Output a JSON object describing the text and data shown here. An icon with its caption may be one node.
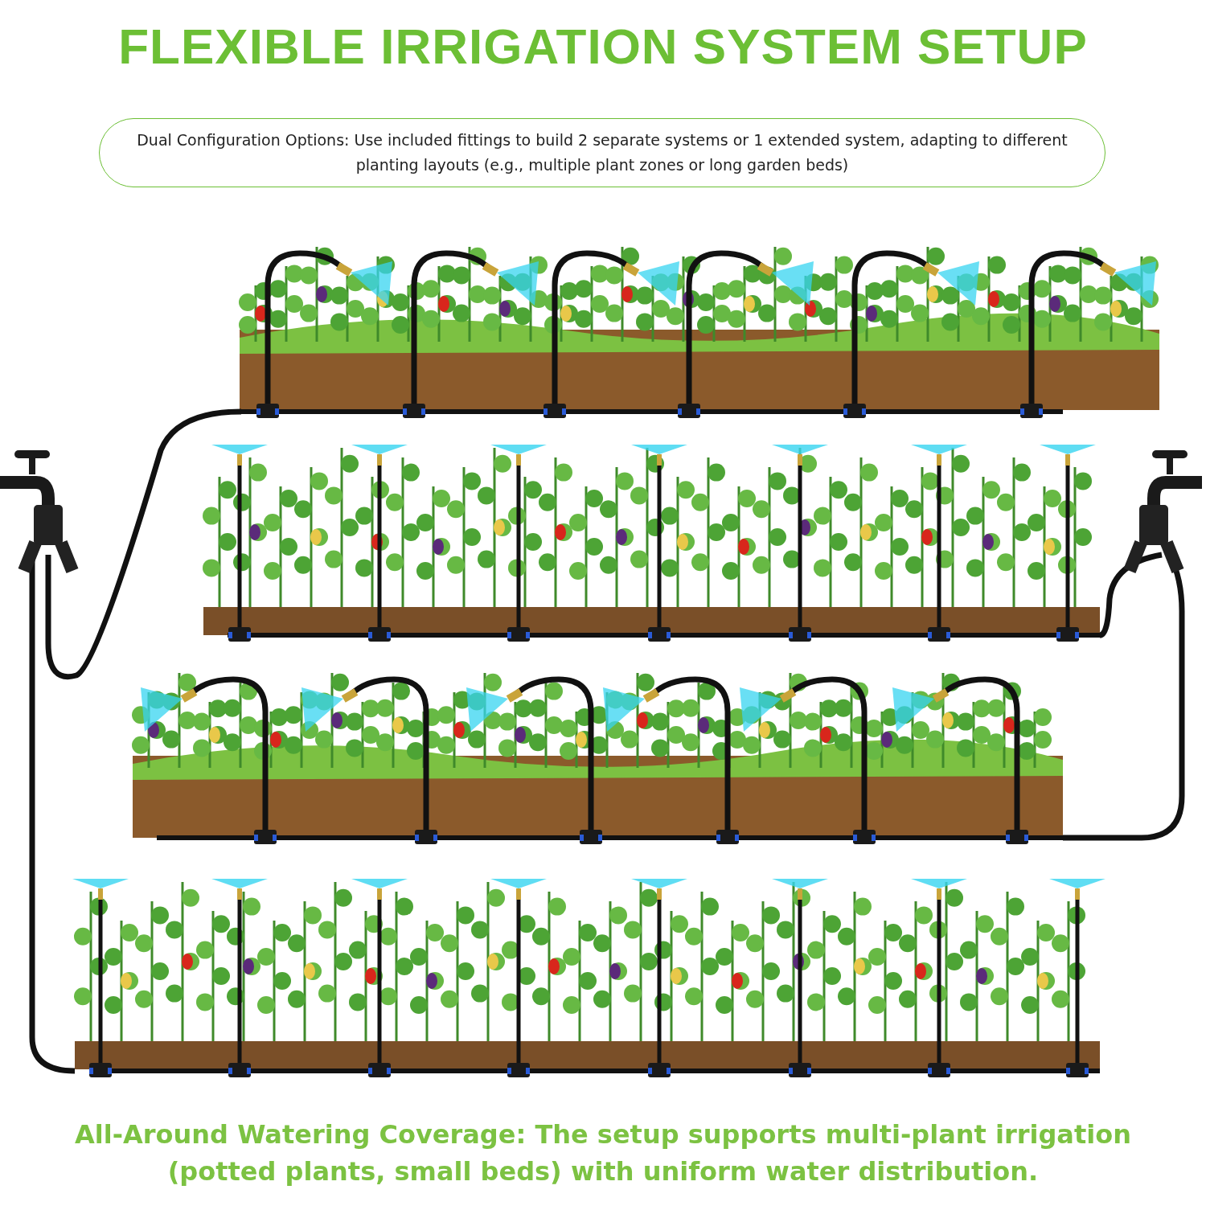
{
  "diagram": {
    "title": "FLEXIBLE IRRIGATION SYSTEM SETUP",
    "caption": "All-Around Watering Coverage: The setup supports multi-plant irrigation (potted plants, small beds) with uniform water distribution.",
    "nodes": [
      {
        "text": [
          "Dual Configuration Options: Use included fittings to build 2 separate systems or 1 extended system, adapting to different planting layouts (e.g., multiple plant zones or long garden beds)"
        ]
      }
    ]
  }
}
